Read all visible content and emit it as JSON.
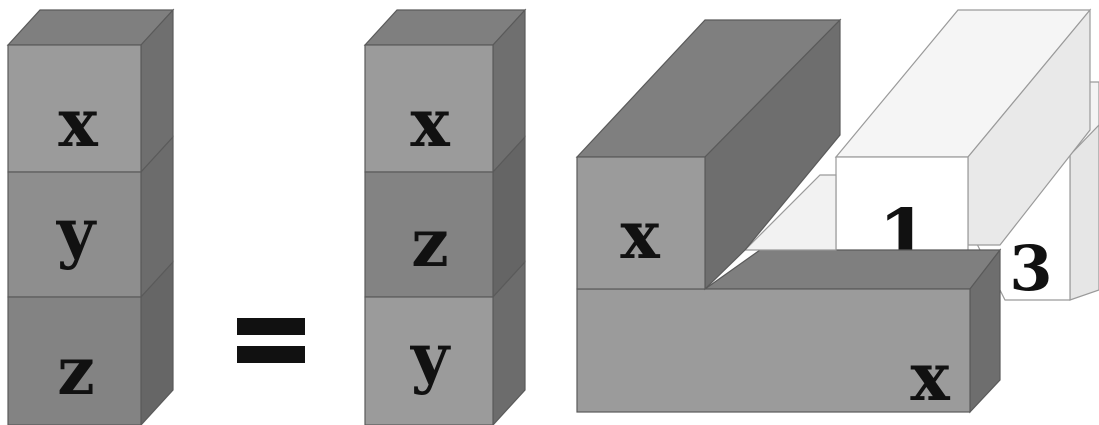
{
  "colors": {
    "front_light": "#9b9b9b",
    "front_mid": "#8e8e8e",
    "front_dark": "#838383",
    "top": "#7f7f7f",
    "side": "#6e6e6e",
    "white_front": "#ffffff",
    "white_top": "#f4f4f4",
    "white_side": "#e6e6e6",
    "text": "#111111"
  },
  "left_stack": {
    "labels": [
      "x",
      "y",
      "z"
    ]
  },
  "equals_sign": "=",
  "middle_stack": {
    "labels": [
      "x",
      "z",
      "y"
    ]
  },
  "right_figure": {
    "gray_bar_top_label": "x",
    "gray_slab_label": "x",
    "white_bar_front_label": "1",
    "white_bar_back_label": "3"
  }
}
